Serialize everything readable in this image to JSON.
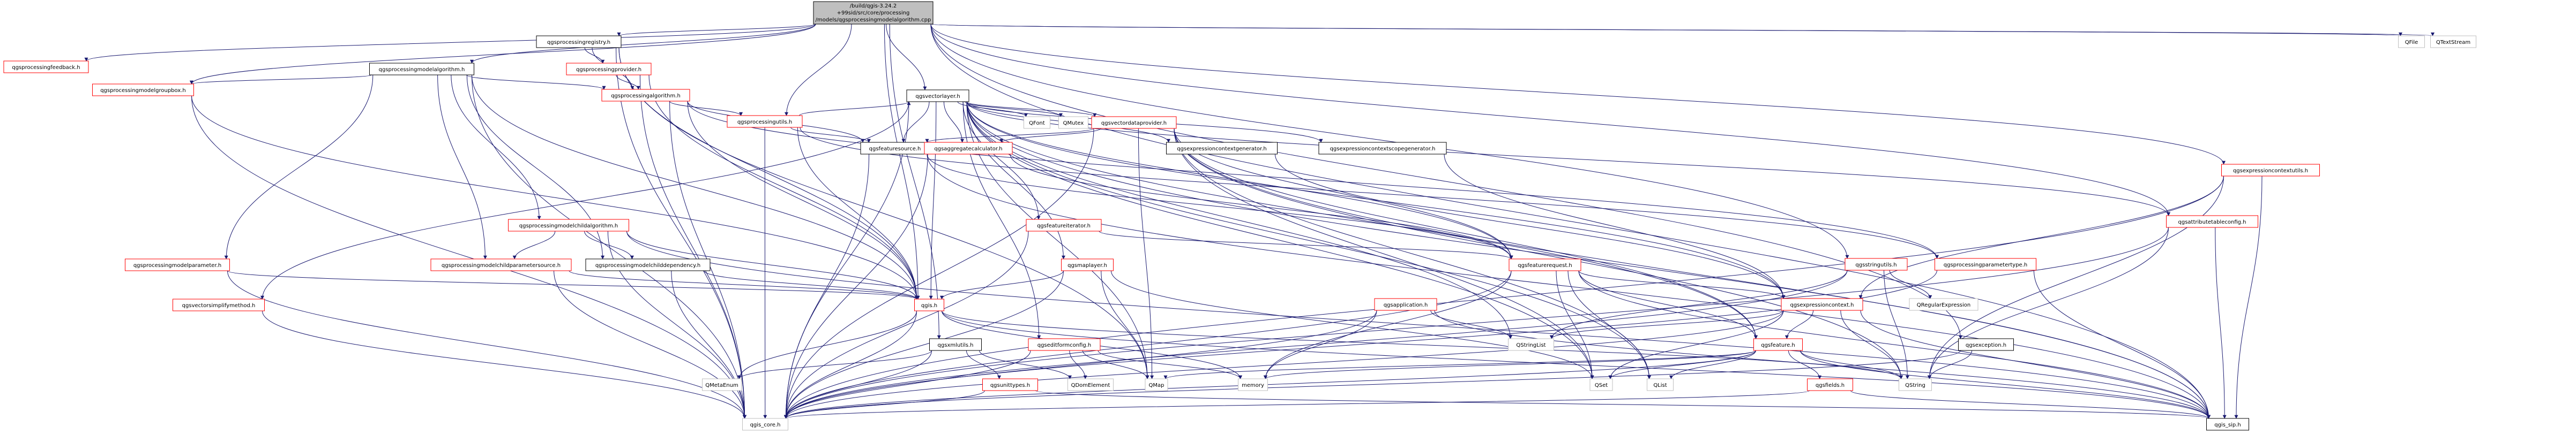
{
  "diagram": {
    "title": "Include dependency graph",
    "root": {
      "label_lines": [
        "/build/qgis-3.24.2",
        "+99sid/src/core/processing",
        "/models/qgsprocessingmodelalgorithm.cpp"
      ]
    },
    "colors": {
      "edge": "#191970",
      "documented_border": "#000000",
      "incomplete_border": "#ff0000",
      "external_border": "#bfbfbf",
      "root_fill": "#bfbfbf"
    },
    "nodes": [
      {
        "id": "qgsprocessingfeedback",
        "label": "qgsprocessingfeedback.h",
        "kind": "red"
      },
      {
        "id": "qgsprocessingregistry",
        "label": "qgsprocessingregistry.h",
        "kind": "black"
      },
      {
        "id": "qgsprocessingprovider",
        "label": "qgsprocessingprovider.h",
        "kind": "red"
      },
      {
        "id": "qgsprocessingmodelalgorithm",
        "label": "qgsprocessingmodelalgorithm.h",
        "kind": "black"
      },
      {
        "id": "qgsprocessingmodelgroupbox",
        "label": "qgsprocessingmodelgroupbox.h",
        "kind": "red"
      },
      {
        "id": "qgsprocessingalgorithm",
        "label": "qgsprocessingalgorithm.h",
        "kind": "red"
      },
      {
        "id": "qgsvectorlayer",
        "label": "qgsvectorlayer.h",
        "kind": "black"
      },
      {
        "id": "QFont",
        "label": "QFont",
        "kind": "grey"
      },
      {
        "id": "QMutex",
        "label": "QMutex",
        "kind": "grey"
      },
      {
        "id": "qgsvectordataprovider",
        "label": "qgsvectordataprovider.h",
        "kind": "red"
      },
      {
        "id": "qgsprocessingutils",
        "label": "qgsprocessingutils.h",
        "kind": "red"
      },
      {
        "id": "qgsfeaturesource",
        "label": "qgsfeaturesource.h",
        "kind": "black"
      },
      {
        "id": "qgsaggregatecalculator",
        "label": "qgsaggregatecalculator.h",
        "kind": "red"
      },
      {
        "id": "qgsexpressioncontextgenerator",
        "label": "qgsexpressioncontextgenerator.h",
        "kind": "black"
      },
      {
        "id": "qgsexpressioncontextscopegenerator",
        "label": "qgsexpressioncontextscopegenerator.h",
        "kind": "black"
      },
      {
        "id": "qgsprocessingmodelchildalgorithm",
        "label": "qgsprocessingmodelchildalgorithm.h",
        "kind": "red"
      },
      {
        "id": "qgsfeatureiterator",
        "label": "qgsfeatureiterator.h",
        "kind": "red"
      },
      {
        "id": "qgsprocessingmodelparameter",
        "label": "qgsprocessingmodelparameter.h",
        "kind": "red"
      },
      {
        "id": "qgsprocessingmodelchildparametersource",
        "label": "qgsprocessingmodelchildparametersource.h",
        "kind": "red"
      },
      {
        "id": "qgsprocessingmodelchilddependency",
        "label": "qgsprocessingmodelchilddependency.h",
        "kind": "black"
      },
      {
        "id": "qgsmaplayer",
        "label": "qgsmaplayer.h",
        "kind": "red"
      },
      {
        "id": "qgsfeaturerequest",
        "label": "qgsfeaturerequest.h",
        "kind": "red"
      },
      {
        "id": "qgsstringutils",
        "label": "qgsstringutils.h",
        "kind": "red"
      },
      {
        "id": "qgsprocessingparametertype",
        "label": "qgsprocessingparametertype.h",
        "kind": "red"
      },
      {
        "id": "qgsexpressioncontextutils",
        "label": "qgsexpressioncontextutils.h",
        "kind": "red"
      },
      {
        "id": "qgsvectorsimplifymethod",
        "label": "qgsvectorsimplifymethod.h",
        "kind": "red"
      },
      {
        "id": "qgis",
        "label": "qgis.h",
        "kind": "red"
      },
      {
        "id": "qgsapplication",
        "label": "qgsapplication.h",
        "kind": "red"
      },
      {
        "id": "qgsexpressioncontext",
        "label": "qgsexpressioncontext.h",
        "kind": "red"
      },
      {
        "id": "QRegularExpression",
        "label": "QRegularExpression",
        "kind": "grey"
      },
      {
        "id": "qgsxmlutils",
        "label": "qgsxmlutils.h",
        "kind": "black"
      },
      {
        "id": "qgseditformconfig",
        "label": "qgseditformconfig.h",
        "kind": "red"
      },
      {
        "id": "QStringList",
        "label": "QStringList",
        "kind": "grey"
      },
      {
        "id": "qgsfeature",
        "label": "qgsfeature.h",
        "kind": "red"
      },
      {
        "id": "qgsexception",
        "label": "qgsexception.h",
        "kind": "black"
      },
      {
        "id": "qgsattributetableconfig",
        "label": "qgsattributetableconfig.h",
        "kind": "red"
      },
      {
        "id": "QMetaEnum",
        "label": "QMetaEnum",
        "kind": "grey"
      },
      {
        "id": "qgsunittypes",
        "label": "qgsunittypes.h",
        "kind": "red"
      },
      {
        "id": "QDomElement",
        "label": "QDomElement",
        "kind": "grey"
      },
      {
        "id": "QMap",
        "label": "QMap",
        "kind": "grey"
      },
      {
        "id": "memory",
        "label": "memory",
        "kind": "grey"
      },
      {
        "id": "QSet",
        "label": "QSet",
        "kind": "grey"
      },
      {
        "id": "QList",
        "label": "QList",
        "kind": "grey"
      },
      {
        "id": "qgsfields",
        "label": "qgsfields.h",
        "kind": "red"
      },
      {
        "id": "QString",
        "label": "QString",
        "kind": "grey"
      },
      {
        "id": "qgis_core",
        "label": "qgis_core.h",
        "kind": "grey"
      },
      {
        "id": "qgis_sip",
        "label": "qgis_sip.h",
        "kind": "black"
      },
      {
        "id": "QFile",
        "label": "QFile",
        "kind": "grey"
      },
      {
        "id": "QTextStream",
        "label": "QTextStream",
        "kind": "grey"
      }
    ],
    "edges": [
      [
        "root",
        "qgsprocessingfeedback"
      ],
      [
        "root",
        "qgsprocessingregistry"
      ],
      [
        "root",
        "qgsprocessingmodelalgorithm"
      ],
      [
        "root",
        "qgsvectorlayer"
      ],
      [
        "root",
        "qgsprocessingutils"
      ],
      [
        "root",
        "qgsprocessingmodelgroupbox"
      ],
      [
        "root",
        "qgsexpressioncontextutils"
      ],
      [
        "root",
        "qgsattributetableconfig"
      ],
      [
        "root",
        "QFile"
      ],
      [
        "root",
        "QTextStream"
      ],
      [
        "root",
        "qgsstringutils"
      ],
      [
        "root",
        "qgis"
      ],
      [
        "root",
        "qgsxmlutils"
      ],
      [
        "root",
        "qgsexception"
      ],
      [
        "root",
        "qgis_sip"
      ],
      [
        "qgsprocessingregistry",
        "qgsprocessingprovider"
      ],
      [
        "qgsprocessingregistry",
        "qgsprocessingalgorithm"
      ],
      [
        "qgsprocessingregistry",
        "qgis"
      ],
      [
        "qgsprocessingregistry",
        "qgis_core"
      ],
      [
        "qgsprocessingregistry",
        "QMap"
      ],
      [
        "qgsprocessingprovider",
        "qgsprocessingalgorithm"
      ],
      [
        "qgsprocessingprovider",
        "qgis"
      ],
      [
        "qgsprocessingprovider",
        "qgis_core"
      ],
      [
        "qgsprocessingmodelalgorithm",
        "qgsprocessingmodelgroupbox"
      ],
      [
        "qgsprocessingmodelalgorithm",
        "qgsprocessingalgorithm"
      ],
      [
        "qgsprocessingmodelalgorithm",
        "qgsprocessingmodelchildalgorithm"
      ],
      [
        "qgsprocessingmodelalgorithm",
        "qgsprocessingmodelparameter"
      ],
      [
        "qgsprocessingmodelalgorithm",
        "qgsprocessingmodelchildparametersource"
      ],
      [
        "qgsprocessingmodelalgorithm",
        "qgsprocessingmodelchilddependency"
      ],
      [
        "qgsprocessingmodelalgorithm",
        "qgis"
      ],
      [
        "qgsprocessingmodelalgorithm",
        "qgis_core"
      ],
      [
        "qgsprocessingmodelgroupbox",
        "qgis"
      ],
      [
        "qgsprocessingmodelgroupbox",
        "qgis_core"
      ],
      [
        "qgsprocessingalgorithm",
        "qgsprocessingutils"
      ],
      [
        "qgsprocessingalgorithm",
        "qgis"
      ],
      [
        "qgsprocessingalgorithm",
        "qgis_core"
      ],
      [
        "qgsprocessingalgorithm",
        "qgsfeaturesource"
      ],
      [
        "qgsprocessingalgorithm",
        "qgsprocessingparametertype"
      ],
      [
        "qgsvectorlayer",
        "QFont"
      ],
      [
        "qgsvectorlayer",
        "QMutex"
      ],
      [
        "qgsvectorlayer",
        "qgsvectordataprovider"
      ],
      [
        "qgsvectorlayer",
        "qgsfeaturesource"
      ],
      [
        "qgsvectorlayer",
        "qgsaggregatecalculator"
      ],
      [
        "qgsvectorlayer",
        "qgsmaplayer"
      ],
      [
        "qgsvectorlayer",
        "qgsfeatureiterator"
      ],
      [
        "qgsvectorlayer",
        "qgsfeaturerequest"
      ],
      [
        "qgsvectorlayer",
        "qgsexpressioncontextgenerator"
      ],
      [
        "qgsvectorlayer",
        "qgsexpressioncontextscopegenerator"
      ],
      [
        "qgsvectorlayer",
        "qgseditformconfig"
      ],
      [
        "qgsvectorlayer",
        "qgis"
      ],
      [
        "qgsvectorlayer",
        "qgsvectorsimplifymethod"
      ],
      [
        "qgsvectorlayer",
        "qgsattributetableconfig"
      ],
      [
        "qgsvectorlayer",
        "qgsfeature"
      ],
      [
        "qgsvectorlayer",
        "QSet"
      ],
      [
        "qgsvectorlayer",
        "QList"
      ],
      [
        "qgsvectorlayer",
        "QMap"
      ],
      [
        "qgsvectorlayer",
        "QStringList"
      ],
      [
        "qgsvectorlayer",
        "qgis_core"
      ],
      [
        "qgsvectorlayer",
        "qgis_sip"
      ],
      [
        "qgsvectorlayer",
        "qgsexpressioncontext"
      ],
      [
        "qgsvectordataprovider",
        "qgsfeaturesource"
      ],
      [
        "qgsvectordataprovider",
        "qgsaggregatecalculator"
      ],
      [
        "qgsvectordataprovider",
        "qgsfeaturerequest"
      ],
      [
        "qgsvectordataprovider",
        "qgsfeature"
      ],
      [
        "qgsvectordataprovider",
        "QSet"
      ],
      [
        "qgsvectordataprovider",
        "QMap"
      ],
      [
        "qgsvectordataprovider",
        "QList"
      ],
      [
        "qgsvectordataprovider",
        "qgis_core"
      ],
      [
        "qgsvectordataprovider",
        "qgis_sip"
      ],
      [
        "qgsvectordataprovider",
        "QString"
      ],
      [
        "qgsprocessingutils",
        "qgsfeaturesource"
      ],
      [
        "qgsprocessingutils",
        "qgsprocessingparametertype"
      ],
      [
        "qgsprocessingutils",
        "qgis_core"
      ],
      [
        "qgsprocessingutils",
        "qgis"
      ],
      [
        "qgsprocessingutils",
        "qgsvectorlayer"
      ],
      [
        "qgsfeaturesource",
        "qgsfeaturerequest"
      ],
      [
        "qgsfeaturesource",
        "qgis_core"
      ],
      [
        "qgsfeaturesource",
        "qgis_sip"
      ],
      [
        "qgsaggregatecalculator",
        "qgsfeaturerequest"
      ],
      [
        "qgsaggregatecalculator",
        "qgis_core"
      ],
      [
        "qgsexpressioncontextgenerator",
        "qgsexpressioncontext"
      ],
      [
        "qgsexpressioncontextscopegenerator",
        "qgsexpressioncontext"
      ],
      [
        "qgsprocessingmodelchildalgorithm",
        "qgsprocessingmodelchildparametersource"
      ],
      [
        "qgsprocessingmodelchildalgorithm",
        "qgsprocessingmodelchilddependency"
      ],
      [
        "qgsprocessingmodelchildalgorithm",
        "qgis"
      ],
      [
        "qgsprocessingmodelchildalgorithm",
        "qgis_core"
      ],
      [
        "qgsprocessingmodelchildalgorithm",
        "qgis_sip"
      ],
      [
        "qgsfeatureiterator",
        "qgsfeaturerequest"
      ],
      [
        "qgsfeatureiterator",
        "qgis_core"
      ],
      [
        "qgsprocessingmodelparameter",
        "qgis"
      ],
      [
        "qgsprocessingmodelparameter",
        "qgis_core"
      ],
      [
        "qgsprocessingmodelchildparametersource",
        "qgis"
      ],
      [
        "qgsprocessingmodelchildparametersource",
        "qgis_core"
      ],
      [
        "qgsprocessingmodelchilddependency",
        "qgis"
      ],
      [
        "qgsprocessingmodelchilddependency",
        "qgis_core"
      ],
      [
        "qgsmaplayer",
        "qgis"
      ],
      [
        "qgsmaplayer",
        "QMap"
      ],
      [
        "qgsmaplayer",
        "qgis_core"
      ],
      [
        "qgsmaplayer",
        "QSet"
      ],
      [
        "qgsfeaturerequest",
        "qgsfeature"
      ],
      [
        "qgsfeaturerequest",
        "qgsexpressioncontext"
      ],
      [
        "qgsfeaturerequest",
        "QSet"
      ],
      [
        "qgsfeaturerequest",
        "QList"
      ],
      [
        "qgsfeaturerequest",
        "memory"
      ],
      [
        "qgsfeaturerequest",
        "qgis_core"
      ],
      [
        "qgsfeaturerequest",
        "qgis_sip"
      ],
      [
        "qgsstringutils",
        "QString"
      ],
      [
        "qgsstringutils",
        "QRegularExpression"
      ],
      [
        "qgsstringutils",
        "QStringList"
      ],
      [
        "qgsstringutils",
        "qgis_core"
      ],
      [
        "qgsprocessingparametertype",
        "qgis_core"
      ],
      [
        "qgsprocessingparametertype",
        "qgis_sip"
      ],
      [
        "qgsexpressioncontextutils",
        "qgsexpressioncontext"
      ],
      [
        "qgsexpressioncontextutils",
        "qgis_core"
      ],
      [
        "qgsexpressioncontextutils",
        "qgis_sip"
      ],
      [
        "qgsexpressioncontextutils",
        "QString"
      ],
      [
        "qgsvectorsimplifymethod",
        "qgis_core"
      ],
      [
        "qgis",
        "QMetaEnum"
      ],
      [
        "qgis",
        "qgis_core"
      ],
      [
        "qgis",
        "memory"
      ],
      [
        "qgis",
        "QString"
      ],
      [
        "qgis",
        "qgis_sip"
      ],
      [
        "qgsapplication",
        "memory"
      ],
      [
        "qgsapplication",
        "QStringList"
      ],
      [
        "qgsapplication",
        "qgis_core"
      ],
      [
        "qgsapplication",
        "qgis_sip"
      ],
      [
        "qgsexpressioncontext",
        "qgsfeature"
      ],
      [
        "qgsexpressioncontext",
        "QString"
      ],
      [
        "qgsexpressioncontext",
        "QStringList"
      ],
      [
        "qgsexpressioncontext",
        "QSet"
      ],
      [
        "qgsexpressioncontext",
        "qgis_core"
      ],
      [
        "qgsexpressioncontext",
        "qgis_sip"
      ],
      [
        "qgsxmlutils",
        "QMetaEnum"
      ],
      [
        "qgsxmlutils",
        "qgsunittypes"
      ],
      [
        "qgsxmlutils",
        "QDomElement"
      ],
      [
        "qgsxmlutils",
        "qgis_core"
      ],
      [
        "qgseditformconfig",
        "QDomElement"
      ],
      [
        "qgseditformconfig",
        "QMap"
      ],
      [
        "qgseditformconfig",
        "memory"
      ],
      [
        "qgseditformconfig",
        "qgis_core"
      ],
      [
        "qgsfeature",
        "qgsfields"
      ],
      [
        "qgsfeature",
        "QString"
      ],
      [
        "qgsfeature",
        "QList"
      ],
      [
        "qgsfeature",
        "QSet"
      ],
      [
        "qgsfeature",
        "QMap"
      ],
      [
        "qgsfeature",
        "memory"
      ],
      [
        "qgsfeature",
        "qgis_core"
      ],
      [
        "qgsfeature",
        "qgis_sip"
      ],
      [
        "qgsexception",
        "QString"
      ],
      [
        "qgsexception",
        "qgis_core"
      ],
      [
        "qgsattributetableconfig",
        "QString"
      ],
      [
        "qgsattributetableconfig",
        "qgis_core"
      ],
      [
        "qgsattributetableconfig",
        "qgis_sip"
      ],
      [
        "qgsunittypes",
        "qgis_core"
      ],
      [
        "qgsunittypes",
        "qgis_sip"
      ],
      [
        "qgsfields",
        "qgis_core"
      ],
      [
        "qgsfields",
        "qgis_sip"
      ]
    ]
  }
}
